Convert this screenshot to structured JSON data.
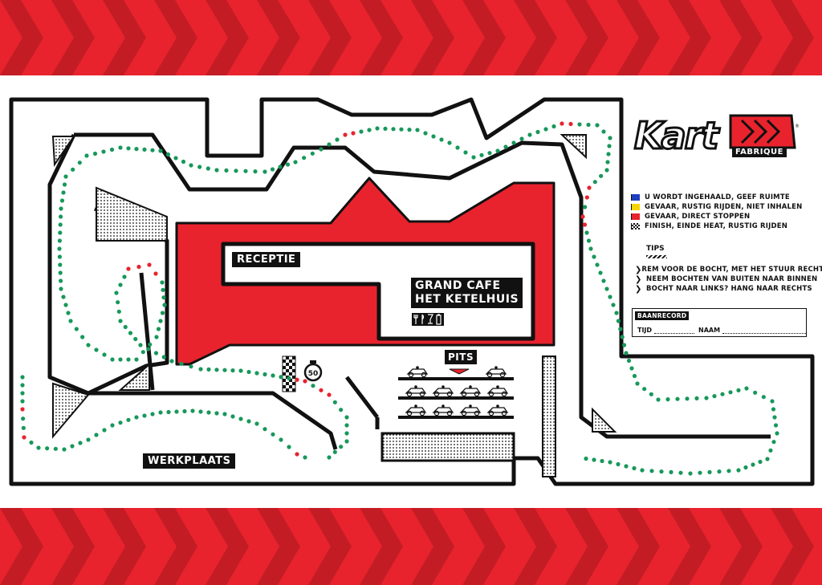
{
  "colors": {
    "red": "#e8232d",
    "dark_red": "#c31c24",
    "black": "#111111",
    "green_dot": "#17985a",
    "red_dot": "#e8232d"
  },
  "logo": {
    "word": "Kart",
    "sub": "FABRIQUE"
  },
  "areas": {
    "receptie": "RECEPTIE",
    "grand_cafe_line1": "GRAND CAFE",
    "grand_cafe_line2": "HET KETELHUIS",
    "pits": "PITS",
    "werkplaats": "WERKPLAATS",
    "speed_sign": "50",
    "cafe_icons": "utensils-drink-icons"
  },
  "flags": [
    {
      "color": "#1f3fbf",
      "text": "U WORDT INGEHAALD, GEEF RUIMTE",
      "icon": "blue-flag-icon"
    },
    {
      "color": "#f5d400",
      "text": "GEVAAR, RUSTIG RIJDEN, NIET INHALEN",
      "icon": "yellow-flag-icon"
    },
    {
      "color": "#e8232d",
      "text": "GEVAAR, DIRECT STOPPEN",
      "icon": "red-flag-icon"
    },
    {
      "color": "checkered",
      "text": "FINISH, EINDE HEAT, RUSTIG RIJDEN",
      "icon": "checkered-flag-icon"
    }
  ],
  "tips": {
    "title": "TIPS",
    "items": [
      "REM VOOR DE BOCHT, MET HET STUUR RECHT",
      "NEEM BOCHTEN VAN BUITEN NAAR BINNEN",
      "BOCHT NAAR LINKS? HANG NAAR RECHTS"
    ]
  },
  "record": {
    "title": "BAANRECORD",
    "time_label": "TIJD",
    "name_label": "NAAM"
  }
}
